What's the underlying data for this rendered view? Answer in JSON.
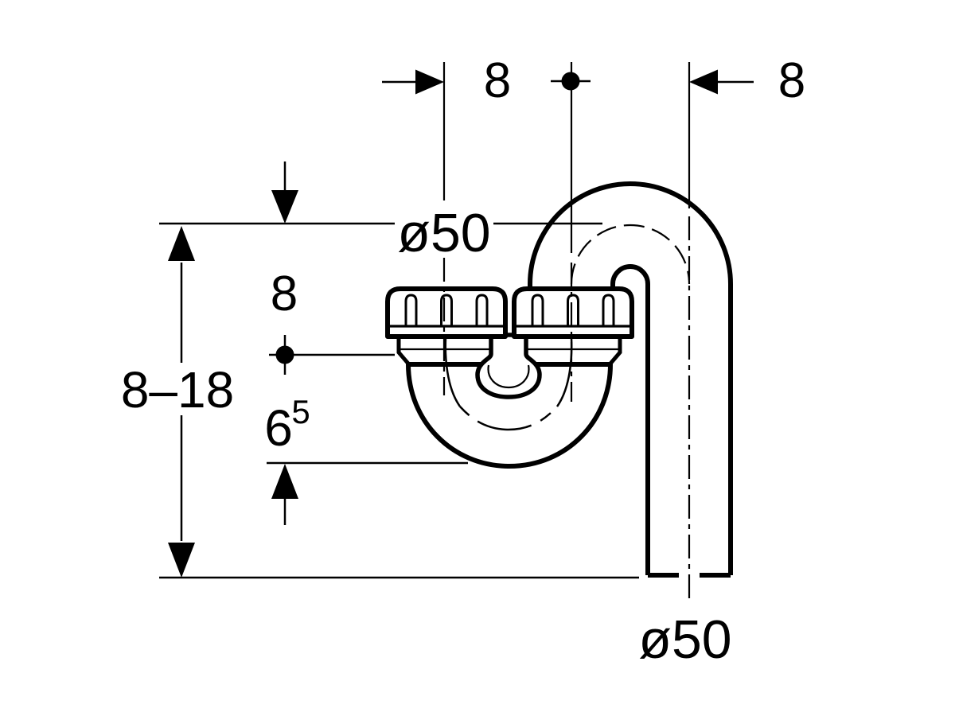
{
  "drawing": {
    "labels": {
      "dim_nut_spacing": "8",
      "dim_outlet_offset": "8",
      "dim_inlet_depth": "8",
      "dim_trap_depth_base": "6",
      "dim_trap_depth_sup": "5",
      "dim_height_range": "8–18",
      "dia_inlet": "ø50",
      "dia_outlet": "ø50"
    },
    "colors": {
      "line": "#000000",
      "background": "#ffffff"
    }
  }
}
